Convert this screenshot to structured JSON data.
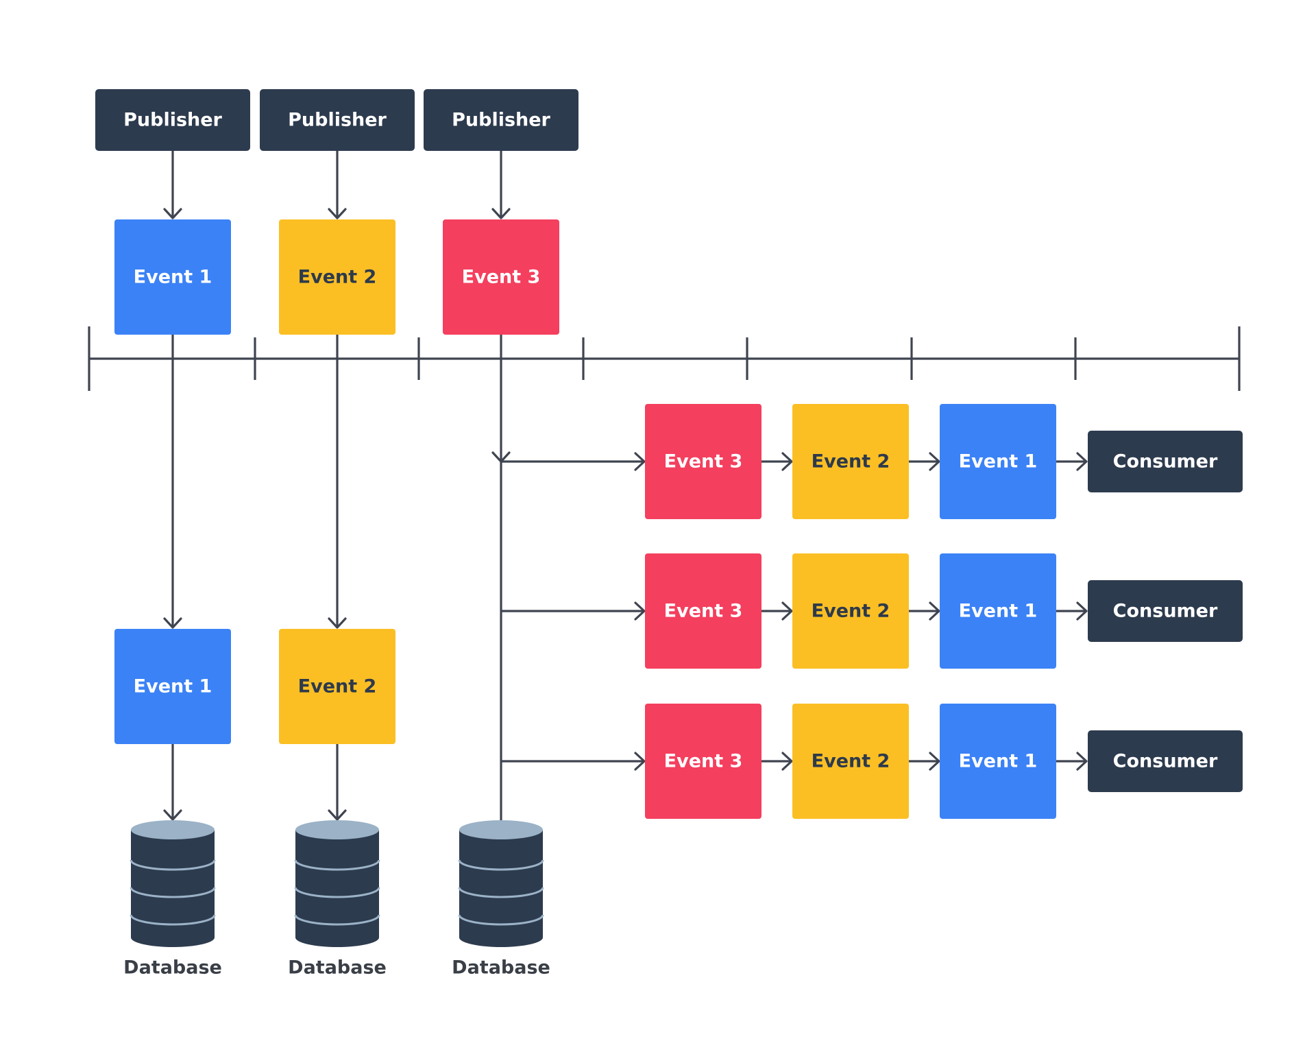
{
  "colors": {
    "dark": "#2d3b4e",
    "event_1": "#3b82f6",
    "event_2": "#fbbf24",
    "event_3": "#f43f5e",
    "line": "#3f4450",
    "db_top": "#9bb2c7"
  },
  "publishers": [
    {
      "label": "Publisher"
    },
    {
      "label": "Publisher"
    },
    {
      "label": "Publisher"
    }
  ],
  "published_events": [
    {
      "label": "Event 1",
      "color_key": "event_1"
    },
    {
      "label": "Event 2",
      "color_key": "event_2"
    },
    {
      "label": "Event 3",
      "color_key": "event_3"
    }
  ],
  "stored_events": [
    {
      "label": "Event 1",
      "color_key": "event_1"
    },
    {
      "label": "Event 2",
      "color_key": "event_2"
    }
  ],
  "databases": [
    {
      "label": "Database",
      "icon": "database-icon"
    },
    {
      "label": "Database",
      "icon": "database-icon"
    },
    {
      "label": "Database",
      "icon": "database-icon"
    }
  ],
  "consumer_rows": [
    {
      "events": [
        {
          "label": "Event 3",
          "color_key": "event_3"
        },
        {
          "label": "Event 2",
          "color_key": "event_2"
        },
        {
          "label": "Event 1",
          "color_key": "event_1"
        }
      ],
      "consumer": "Consumer"
    },
    {
      "events": [
        {
          "label": "Event 3",
          "color_key": "event_3"
        },
        {
          "label": "Event 2",
          "color_key": "event_2"
        },
        {
          "label": "Event 1",
          "color_key": "event_1"
        }
      ],
      "consumer": "Consumer"
    },
    {
      "events": [
        {
          "label": "Event 3",
          "color_key": "event_3"
        },
        {
          "label": "Event 2",
          "color_key": "event_2"
        },
        {
          "label": "Event 1",
          "color_key": "event_1"
        }
      ],
      "consumer": "Consumer"
    }
  ]
}
